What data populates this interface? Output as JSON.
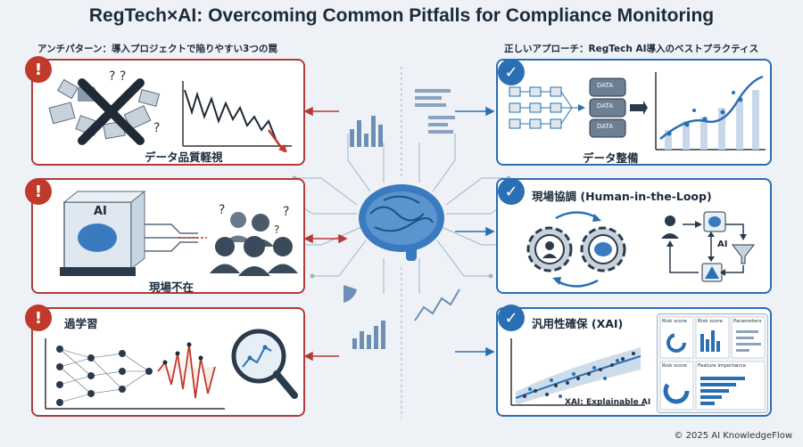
{
  "title": "RegTech×AI: Overcoming Common Pitfalls for Compliance Monitoring",
  "left_section": {
    "label": "アンチパターン：導入プロジェクトで陥りやすい3つの罠",
    "cards": [
      {
        "label": "データ品質軽視"
      },
      {
        "label": "現場不在",
        "icon_text": "AI"
      },
      {
        "label": "過学習"
      }
    ]
  },
  "right_section": {
    "label": "正しいアプローチ：RegTech AI導入のベストプラクティス",
    "cards": [
      {
        "label": "データ整備",
        "db_labels": [
          "DATA",
          "DATA",
          "DATA"
        ]
      },
      {
        "label": "現場協調 (Human-in-the-Loop)",
        "ai_text": "AI"
      },
      {
        "label": "汎用性確保 (XAI)",
        "caption": "XAI: Explainable AI",
        "dashboard": [
          "Risk score",
          "Risk score",
          "Parameters",
          "Risk score",
          "Feature importance"
        ]
      }
    ]
  },
  "copyright": "© 2025 AI KnowledgeFlow",
  "colors": {
    "danger": "#c0392b",
    "safe": "#2a6fb3",
    "navy": "#1b2a3a"
  }
}
